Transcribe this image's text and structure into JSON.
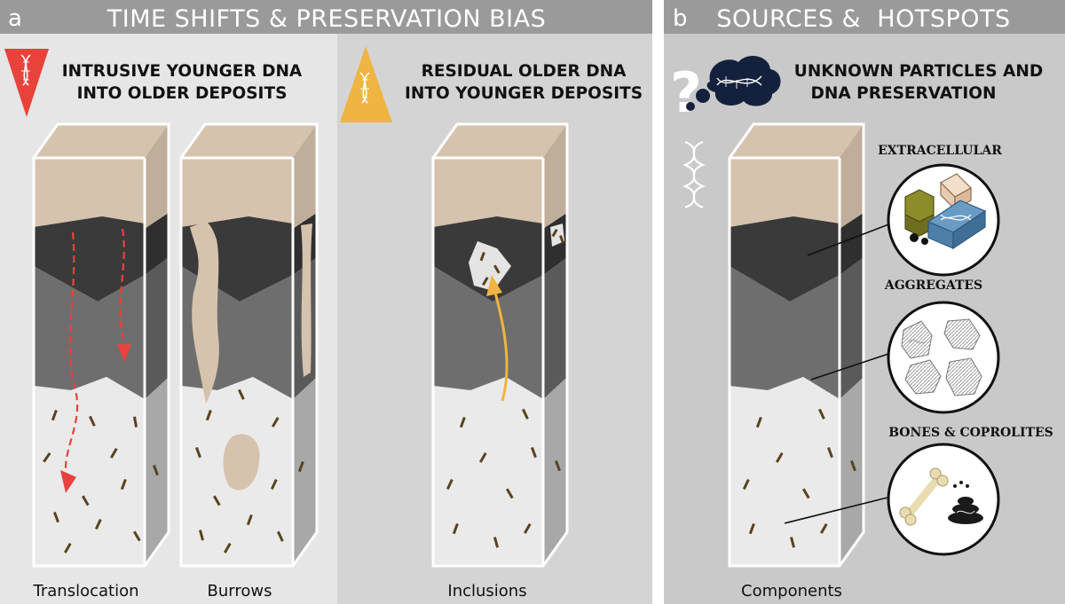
{
  "panel_a": {
    "letter": "a",
    "banner_title": "TIME SHIFTS & PRESERVATION BIAS",
    "intrusive": {
      "line1": "INTRUSIVE YOUNGER DNA",
      "line2": "INTO OLDER DEPOSITS"
    },
    "residual": {
      "line1": "RESIDUAL OLDER DNA",
      "line2": "INTO YOUNGER DEPOSITS"
    },
    "labels": {
      "translocation": "Translocation",
      "burrows": "Burrows",
      "inclusions": "Inclusions"
    }
  },
  "panel_b": {
    "letter": "b",
    "banner_title": "SOURCES &  HOTSPOTS",
    "question": "?",
    "heading": {
      "line1": "UNKNOWN PARTICLES AND",
      "line2": "DNA PRESERVATION"
    },
    "categories": {
      "extracellular": "EXTRACELLULAR",
      "aggregates": "AGGREGATES",
      "bones": "BONES & COPROLITES"
    },
    "label": "Components"
  },
  "colors": {
    "panel_left_bg": "#e6e6e6",
    "panel_mid_bg": "#d4d4d4",
    "panel_right_bg": "#c9c9c9",
    "banner": "#9a9a9a",
    "top_layer": "#d6c3ad",
    "dark_layer": "#3a3a3a",
    "mid_layer": "#6e6e6e",
    "light_layer": "#eaeaea",
    "red_arrow": "#e8423c",
    "yellow_arrow": "#efb441",
    "particle": "#5a4320"
  }
}
